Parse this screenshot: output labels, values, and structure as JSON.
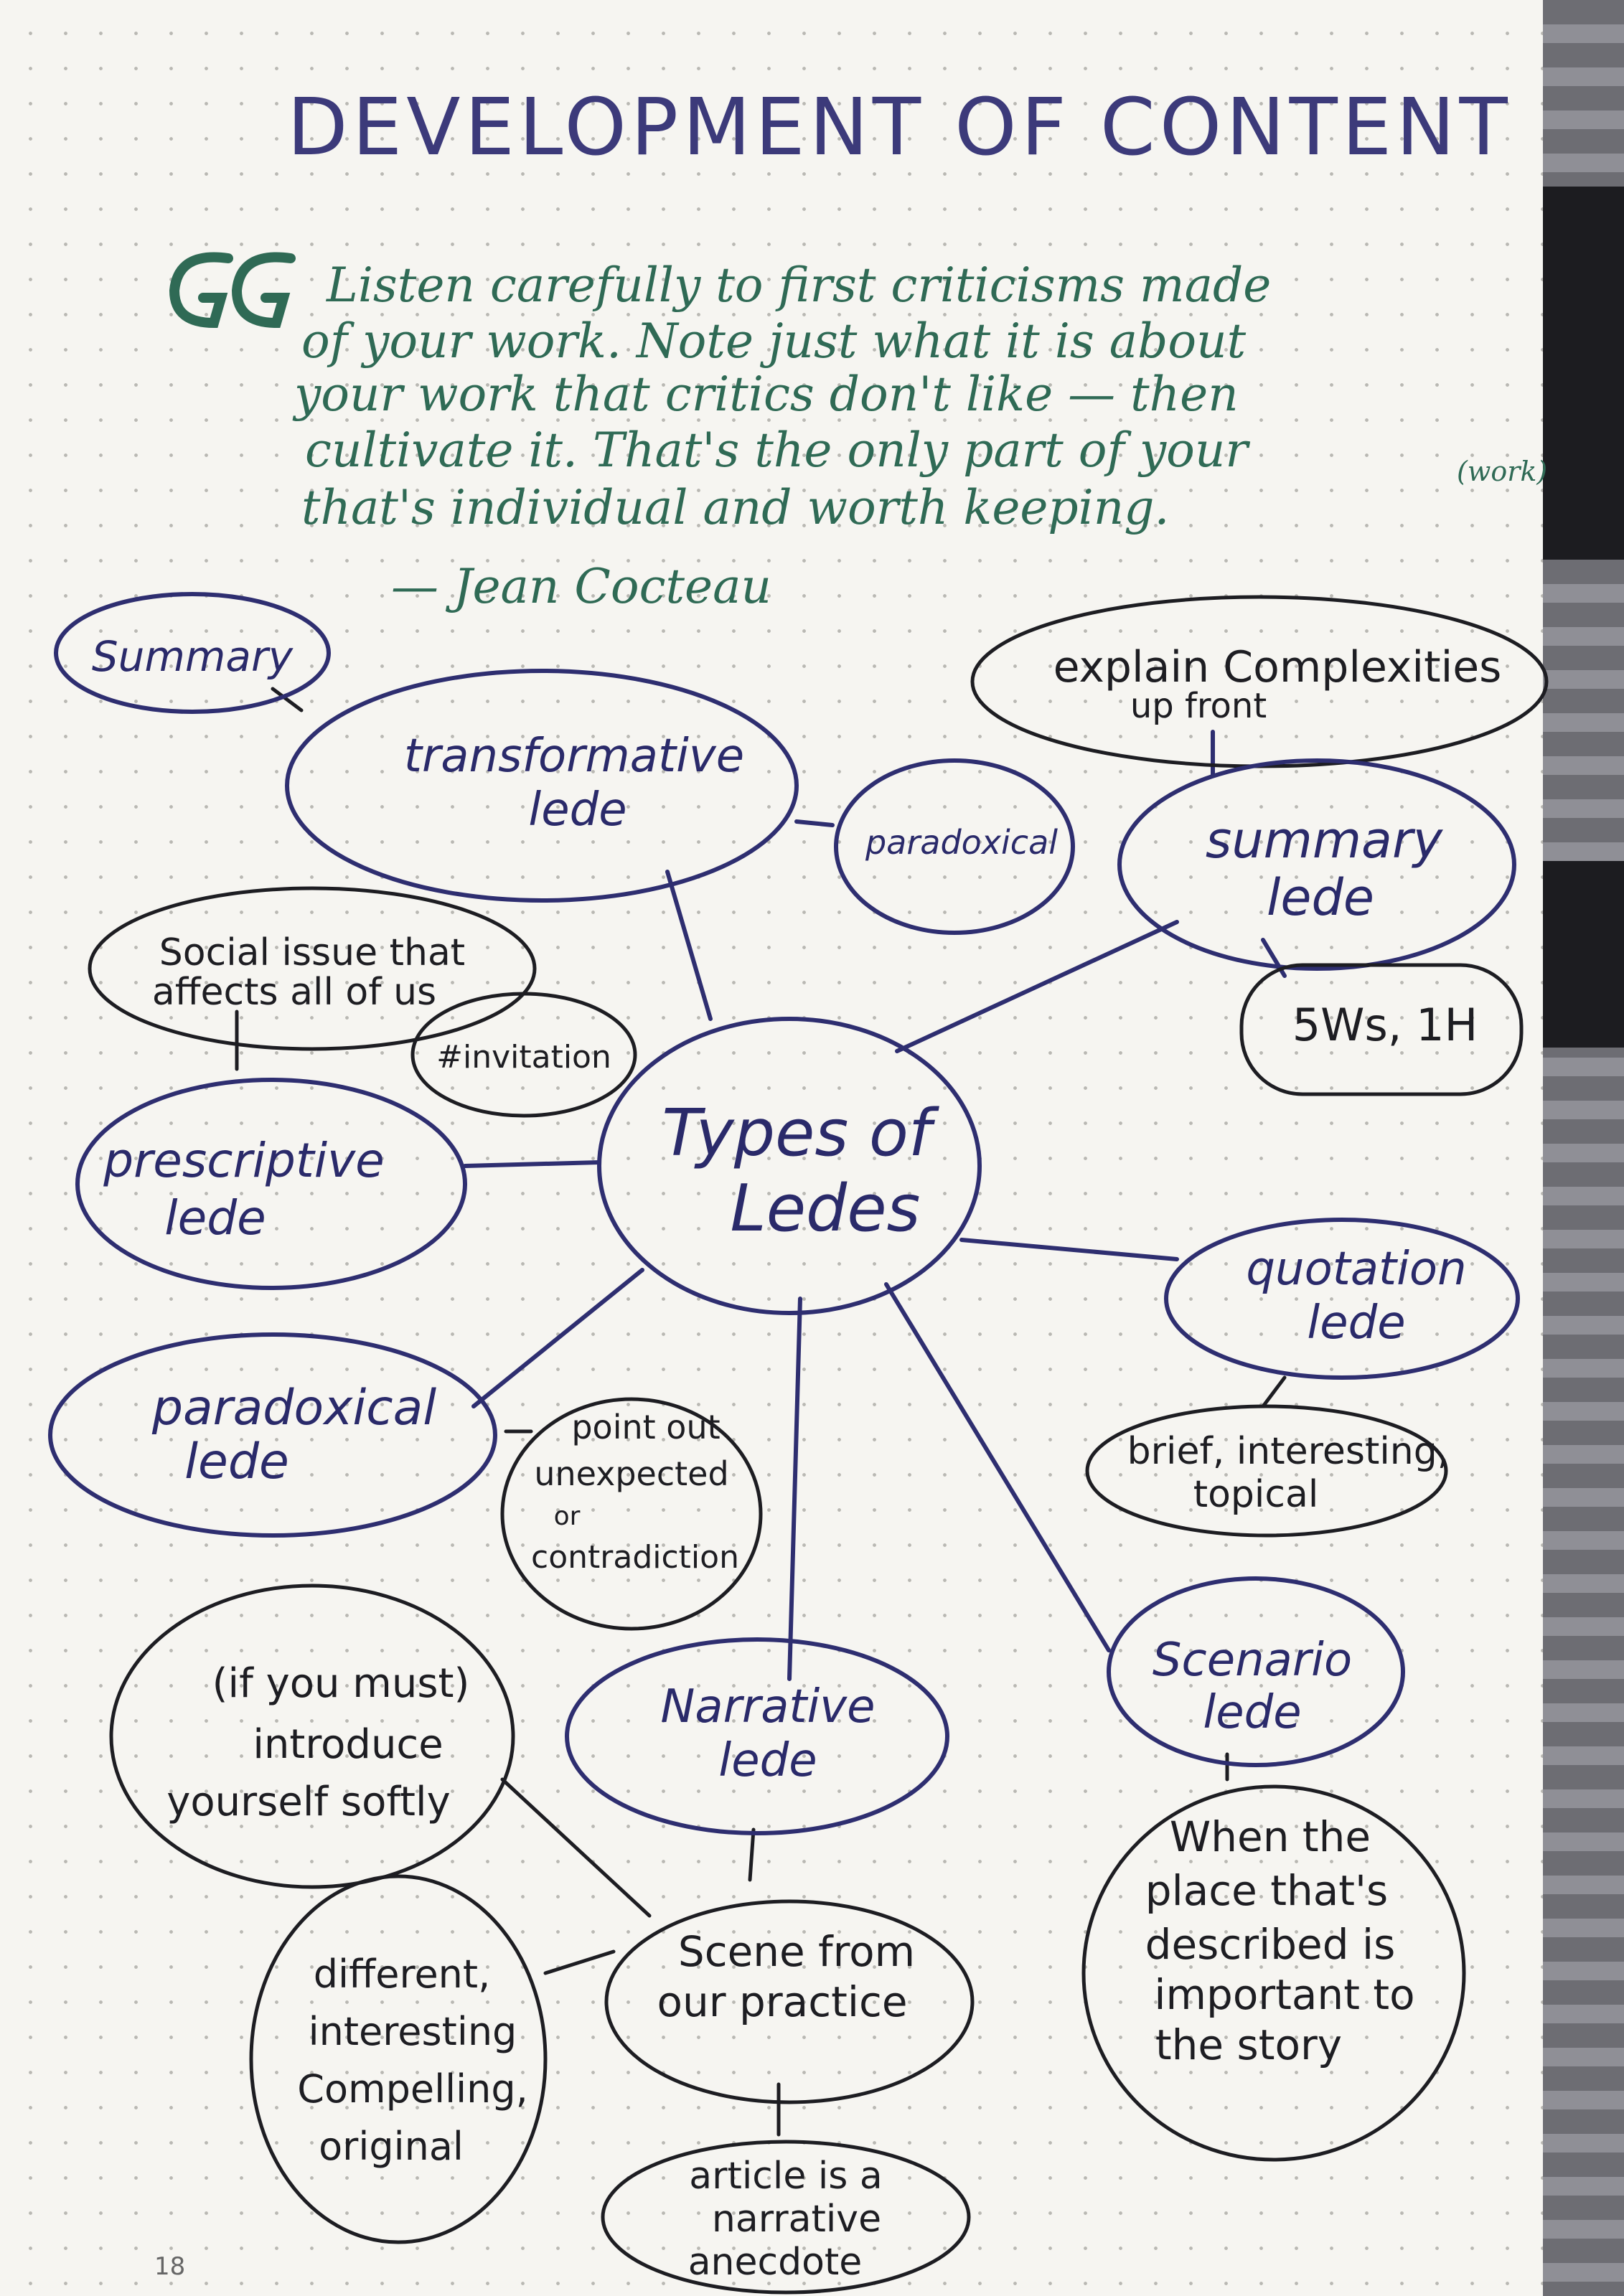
{
  "title": "DEVELOPMENT OF CONTENT",
  "quote": {
    "lines": [
      "Listen carefully to first criticisms made",
      "of your work. Note just what it is about",
      "your work that critics don't like — then",
      "cultivate it. That's the only part of your",
      "that's individual and worth keeping."
    ],
    "insert": "(work)",
    "attribution": "— Jean Cocteau"
  },
  "center": {
    "lines": [
      "Types of",
      "Ledes"
    ]
  },
  "nodes": {
    "summary_tag": [
      "Summary"
    ],
    "transformative": [
      "transformative",
      "lede"
    ],
    "paradoxical_tag": [
      "paradoxical"
    ],
    "explain": [
      "explain Complexities",
      "up front"
    ],
    "summary_lede": [
      "summary",
      "lede"
    ],
    "wh": [
      "5Ws, 1H"
    ],
    "social": [
      "Social issue that",
      "affects all of us"
    ],
    "invitation": [
      "#invitation"
    ],
    "prescriptive": [
      "prescriptive",
      "lede"
    ],
    "quotation": [
      "quotation",
      "lede"
    ],
    "brief": [
      "brief, interesting,",
      "topical"
    ],
    "paradoxical_lede": [
      "paradoxical",
      "lede"
    ],
    "point_out": [
      "point out",
      "unexpected",
      "or",
      "contradiction"
    ],
    "introduce": [
      "(if you must)",
      "introduce",
      "yourself softly"
    ],
    "narrative": [
      "Narrative",
      "lede"
    ],
    "scenario": [
      "Scenario",
      "lede"
    ],
    "when": [
      "When the",
      "place that's",
      "described is",
      "important to",
      "the story"
    ],
    "different": [
      "different,",
      "interesting",
      "Compelling,",
      "original"
    ],
    "scene": [
      "Scene from",
      "our practice"
    ],
    "article": [
      "article is a",
      "narrative",
      "anecdote"
    ]
  },
  "page_number": "18",
  "colors": {
    "paper": "#f6f5f1",
    "ink_blue": "#2a2a6a",
    "ink_black": "#1d1d22",
    "ink_green": "#2f6a55"
  }
}
